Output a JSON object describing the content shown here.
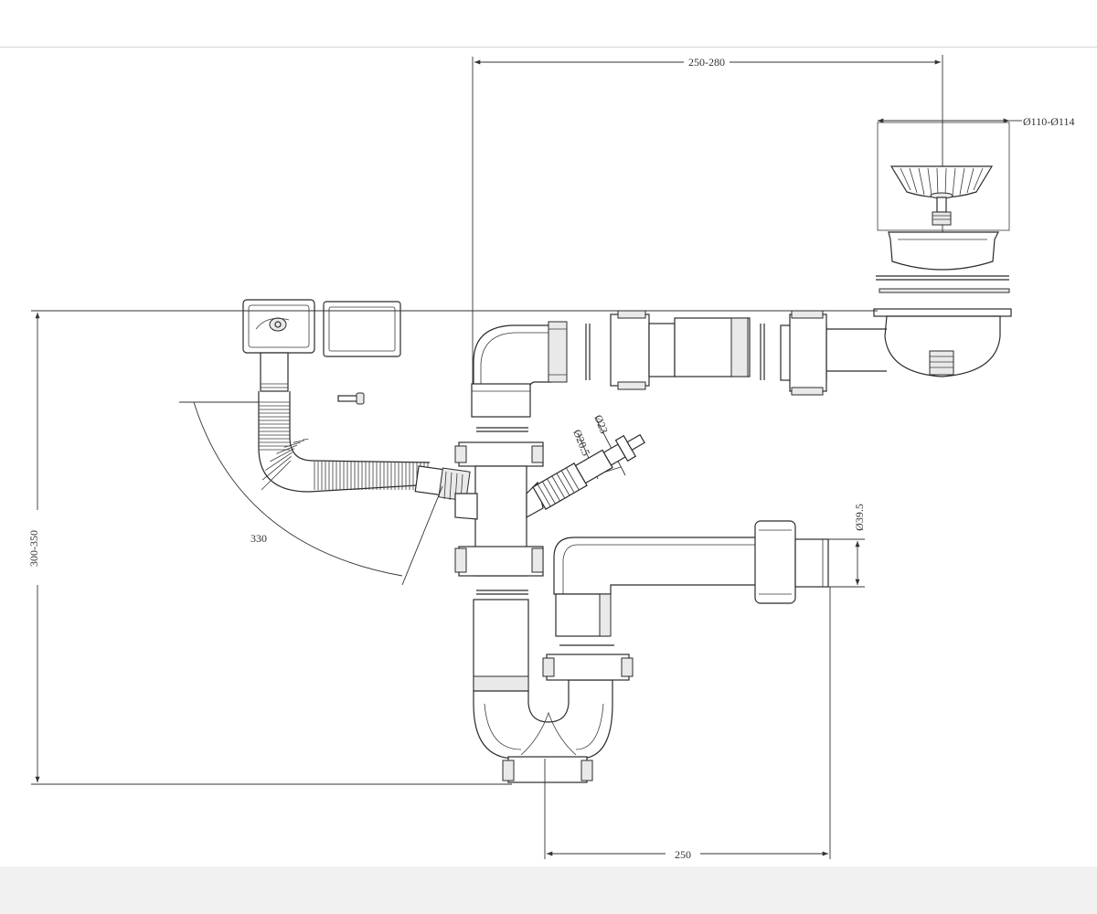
{
  "dimensions": {
    "top_width": "250-280",
    "strainer_diameter": "Ø110-Ø114",
    "height_range": "300-350",
    "hose_length": "330",
    "bottom_width": "250",
    "branch_d1": "Ø20.5",
    "branch_d2": "Ø23",
    "outlet_d": "Ø39.5"
  },
  "colors": {
    "stroke": "#2b2b2b",
    "background": "#ffffff"
  }
}
